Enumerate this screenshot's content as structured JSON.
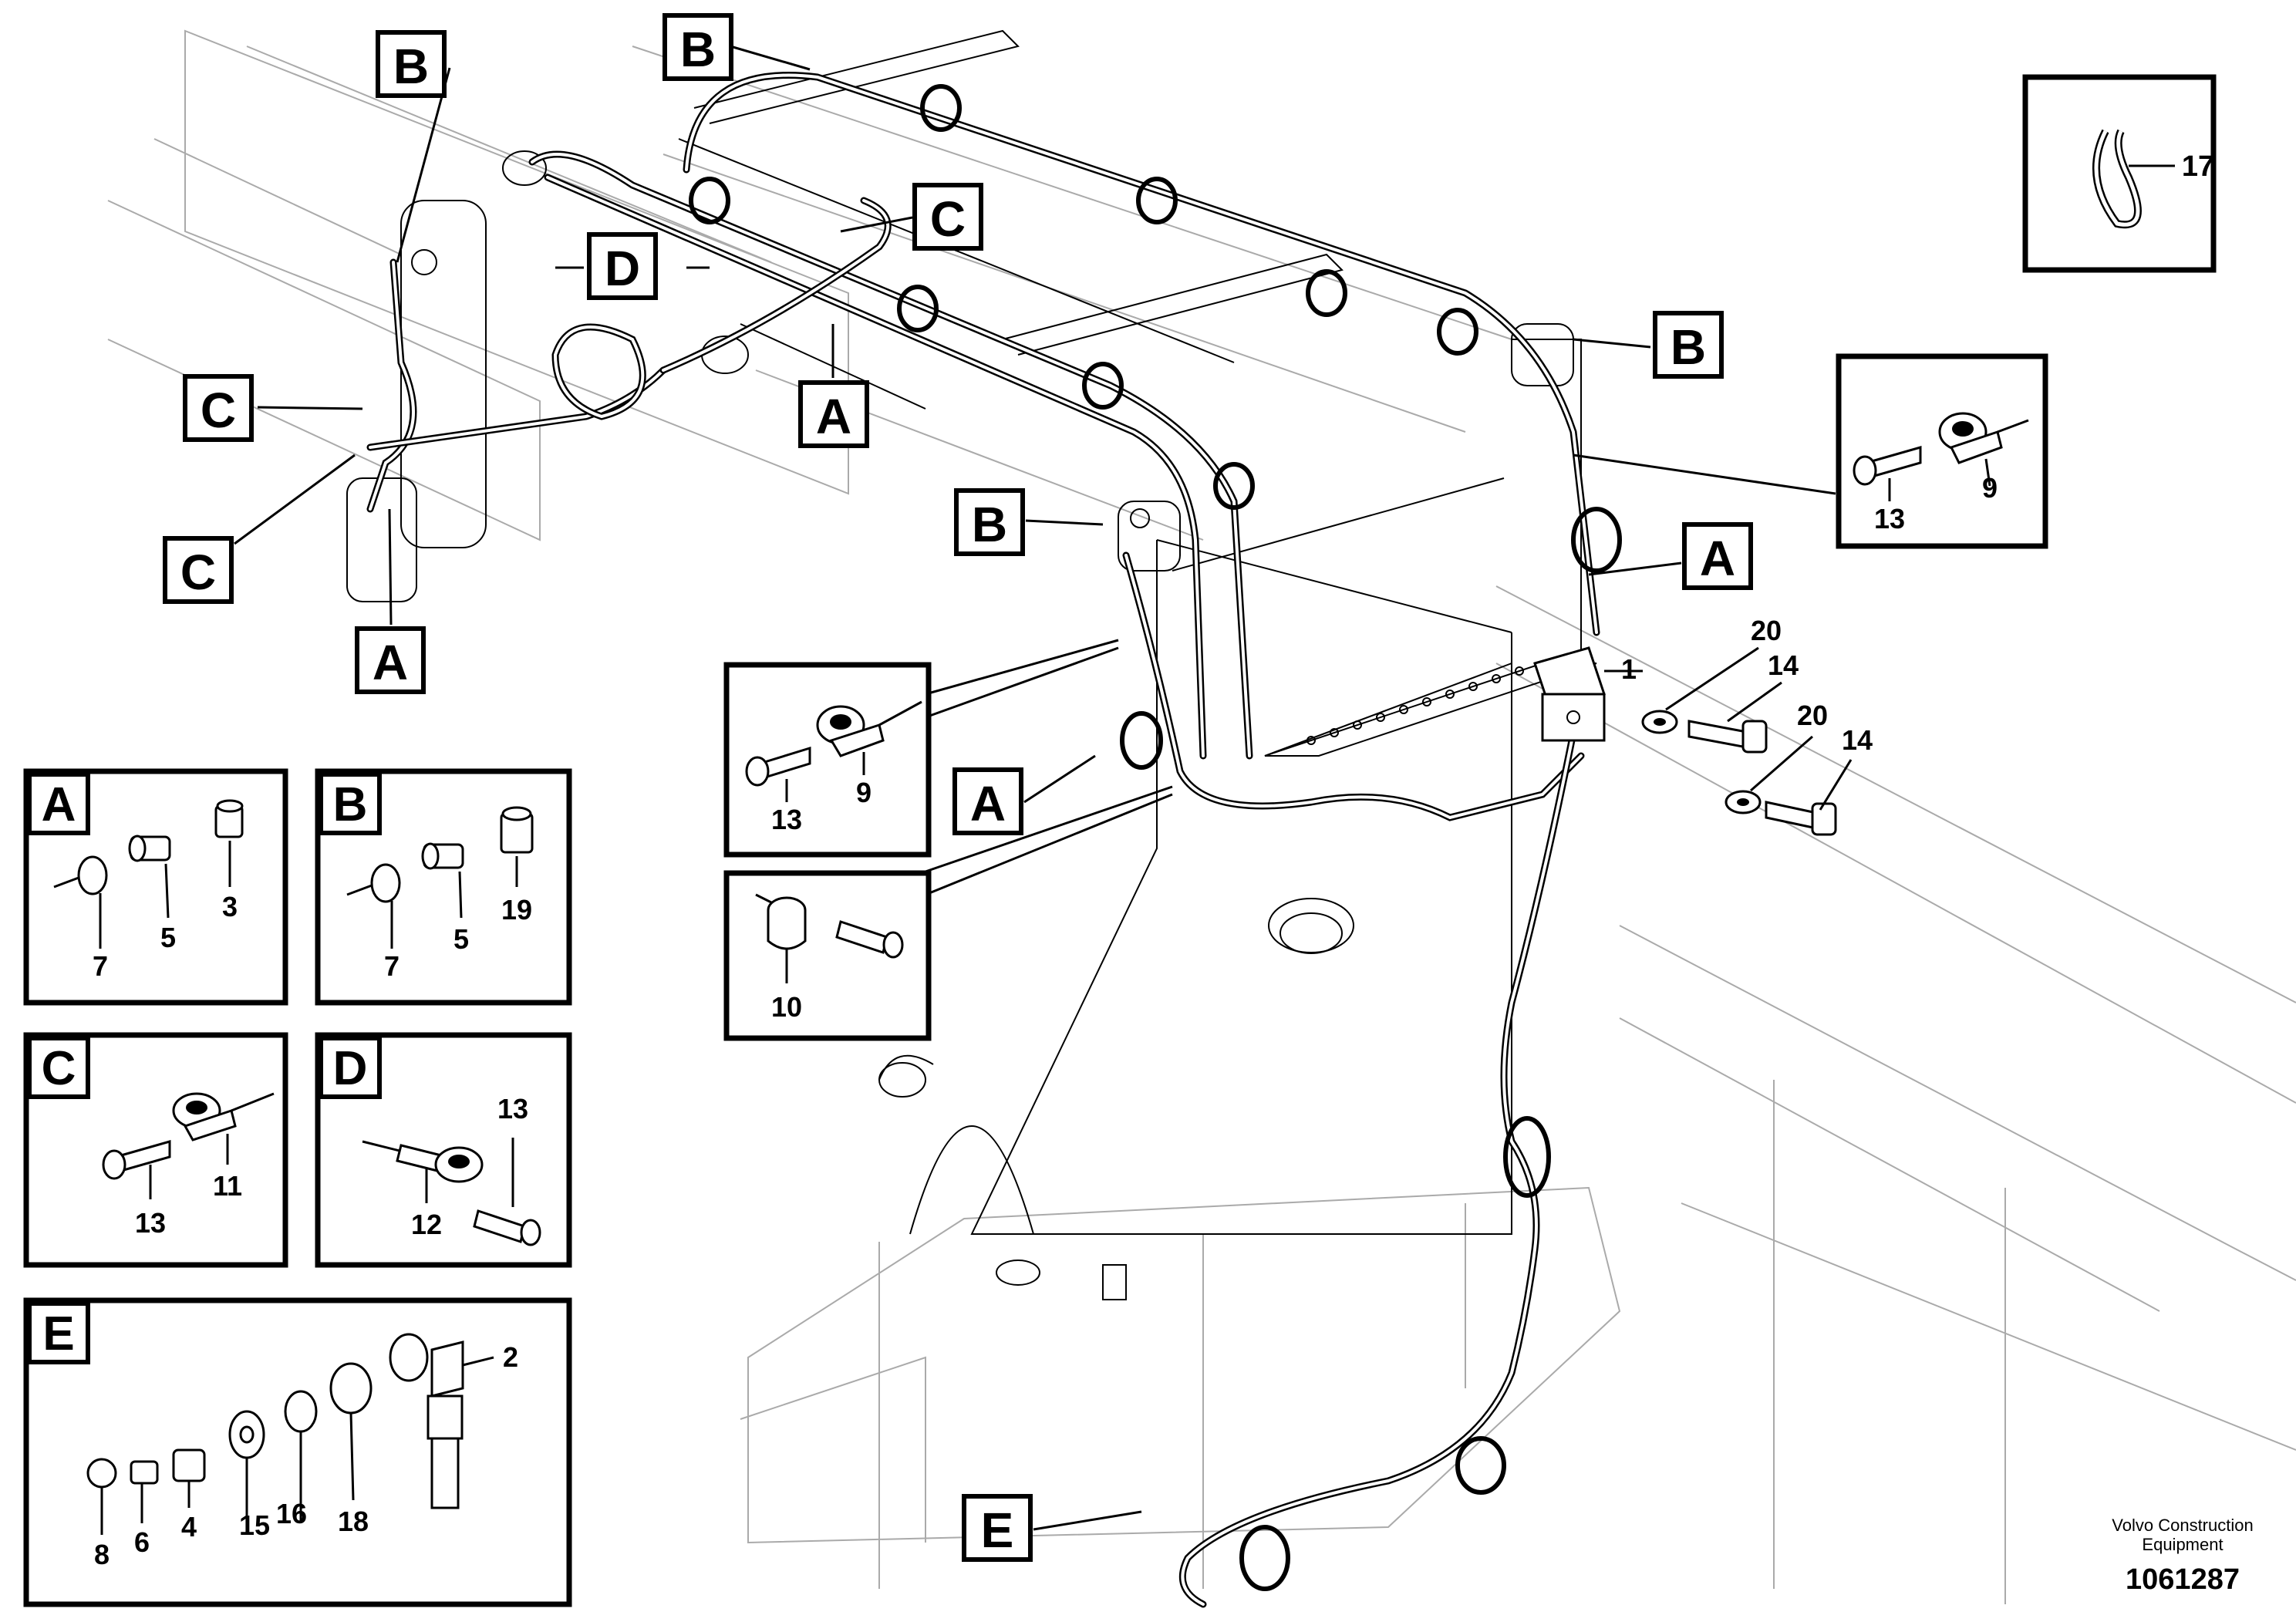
{
  "diagram": {
    "callout_letters": {
      "A": "A",
      "B": "B",
      "C": "C",
      "D": "D",
      "E": "E"
    },
    "detail_panels": [
      {
        "letter": "A",
        "parts": [
          "7",
          "5",
          "3"
        ]
      },
      {
        "letter": "B",
        "parts": [
          "7",
          "5",
          "19"
        ]
      },
      {
        "letter": "C",
        "parts": [
          "13",
          "11"
        ]
      },
      {
        "letter": "D",
        "parts": [
          "13",
          "12"
        ]
      },
      {
        "letter": "E",
        "parts": [
          "2",
          "8",
          "6",
          "4",
          "15",
          "16",
          "18"
        ]
      }
    ],
    "inset_17": {
      "part": "17"
    },
    "inset_13_9_right": {
      "parts": [
        "13",
        "9"
      ]
    },
    "inset_13_9_left": {
      "parts": [
        "13",
        "9"
      ]
    },
    "inset_10": {
      "parts": [
        "10"
      ]
    },
    "main_parts": {
      "p1": "1",
      "p20a": "20",
      "p14a": "14",
      "p20b": "20",
      "p14b": "14"
    },
    "footer": {
      "brand_line1": "Volvo Construction",
      "brand_line2": "Equipment",
      "drawing_number": "1061287"
    }
  }
}
